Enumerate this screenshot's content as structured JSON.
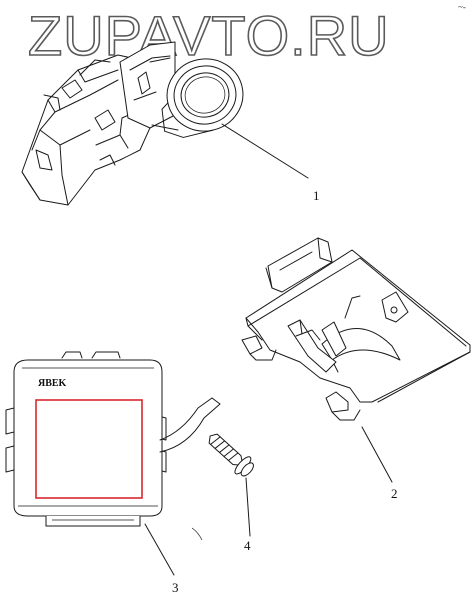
{
  "watermark": "ZUPAVTO.RU",
  "corner_mark": "~-",
  "module_label": "ЯBEK",
  "highlight_color": "#d9282f",
  "callouts": [
    {
      "id": "1",
      "label": "1"
    },
    {
      "id": "2",
      "label": "2"
    },
    {
      "id": "3",
      "label": "3"
    },
    {
      "id": "4",
      "label": "4"
    }
  ]
}
